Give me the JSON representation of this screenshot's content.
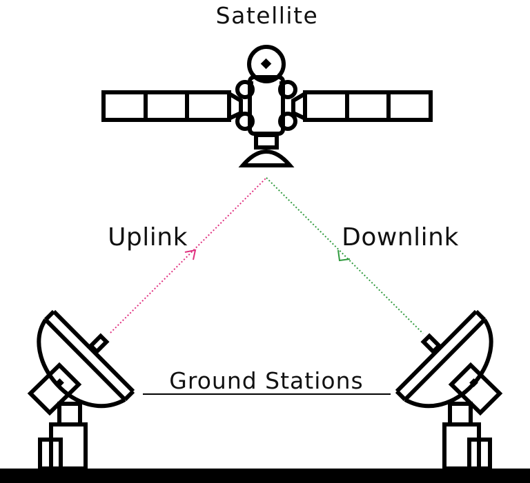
{
  "labels": {
    "satellite": "Satellite",
    "uplink": "Uplink",
    "downlink": "Downlink",
    "ground_stations": "Ground Stations"
  },
  "colors": {
    "uplink": "#e0307f",
    "downlink": "#2f9a3d",
    "line": "#000000"
  },
  "icons": {
    "satellite": "satellite-icon",
    "left_station": "dish-antenna-icon",
    "right_station": "dish-antenna-icon"
  }
}
